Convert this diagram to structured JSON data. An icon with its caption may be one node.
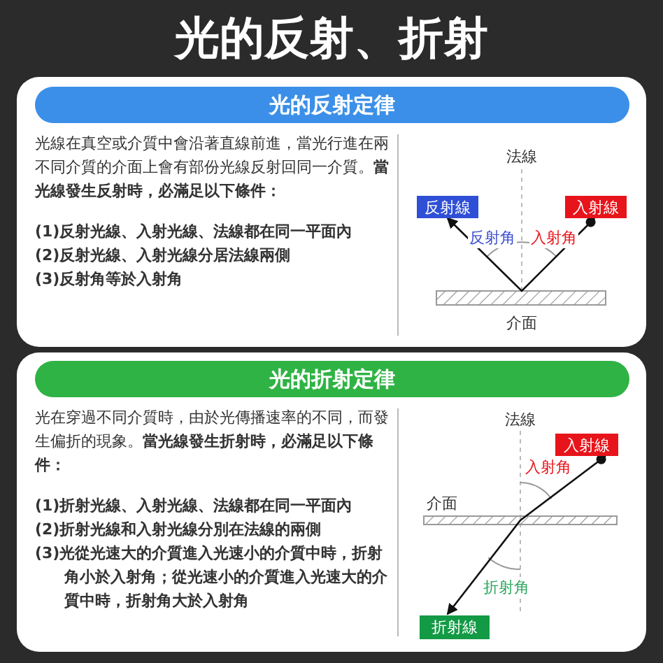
{
  "diagram": {
    "title": "光的反射、折射",
    "nodes": [
      {
        "text": [
          "光線在真空或介質中會沿著直線前進，當光行進在兩不同介質的介面上會有部份光線反射回同一介質。**當光線發生反射時，必滿足以下條件：**",
          "(1)反射光線、入射光線、法線都在同一平面內",
          "(2)反射光線、入射光線分居法線兩側",
          "(3)反射角等於入射角"
        ]
      },
      {
        "text": [
          "光的反射定律"
        ],
        "in": 0
      },
      {
        "text": [
          "反射線"
        ],
        "in": 0
      },
      {
        "text": [
          "入射線"
        ],
        "in": 0
      },
      {
        "text": [
          "光在穿過不同介質時，由於光傳播速率的不同，而發生偏折的現象。**當光線發生折射時，必滿足以下條件：**",
          "(1)折射光線、入射光線、法線都在同一平面內",
          "(2)折射光線和入射光線分別在法線的兩側",
          "(3)光從光速大的介質進入光速小的介質中時，折射角小於入射角；從光速小的介質進入光速大的介質中時，折射角大於入射角"
        ]
      },
      {
        "text": [
          "光的折射定律"
        ],
        "in": 4
      },
      {
        "text": [
          "入射線"
        ],
        "in": 4
      },
      {
        "text": [
          "折射線"
        ],
        "in": 4
      }
    ],
    "edges": [
      {
        "from": 3,
        "to": 2,
        "arrow": "to"
      },
      {
        "from": 6,
        "to": 7,
        "arrow": "to"
      }
    ],
    "labels": [
      "法線",
      "反射角",
      "入射角",
      "介面",
      "法線",
      "入射角",
      "介面",
      "折射角"
    ]
  }
}
